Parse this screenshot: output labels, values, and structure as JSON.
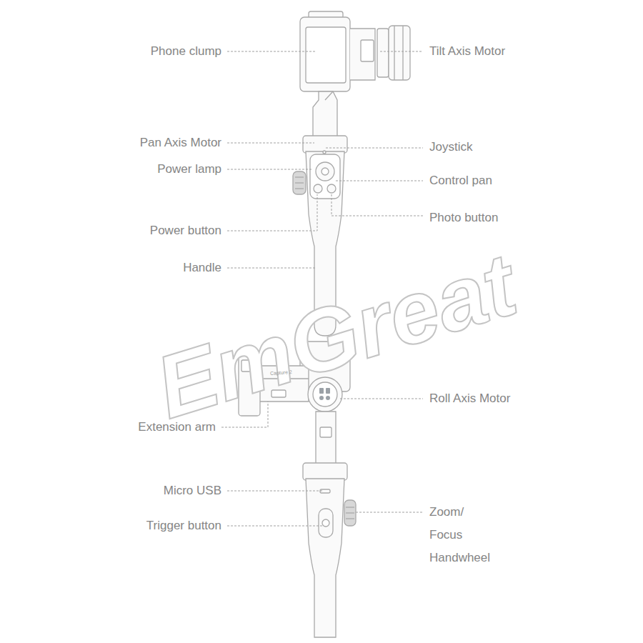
{
  "diagram": {
    "labels": [
      "Phone clump",
      "Tilt Axis Motor",
      "Pan Axis Motor",
      "Joystick",
      "Power lamp",
      "Control pan",
      "Photo button",
      "Power button",
      "Handle",
      "EmGreat",
      "Capture 2",
      "Roll Axis Motor",
      "Extension arm",
      "Micro USB",
      "Trigger button",
      "Zoom/ Focus Handwheel"
    ]
  }
}
